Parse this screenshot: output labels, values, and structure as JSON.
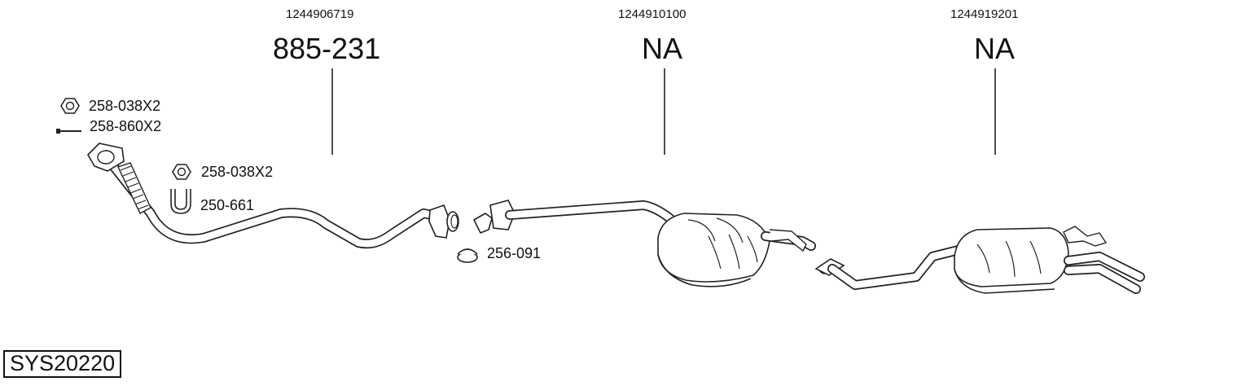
{
  "system_code": "SYS20220",
  "parts": [
    {
      "oe_number": "1244906719",
      "part_number": "885-231"
    },
    {
      "oe_number": "1244910100",
      "part_number": "NA"
    },
    {
      "oe_number": "1244919201",
      "part_number": "NA"
    }
  ],
  "hardware": [
    {
      "label": "258-038X2",
      "icon": "nut-icon"
    },
    {
      "label": "258-860X2",
      "icon": "bolt-icon"
    },
    {
      "label": "258-038X2",
      "icon": "nut-icon"
    },
    {
      "label": "250-661",
      "icon": "u-clamp-icon"
    },
    {
      "label": "256-091",
      "icon": "gasket-ring-icon"
    }
  ]
}
